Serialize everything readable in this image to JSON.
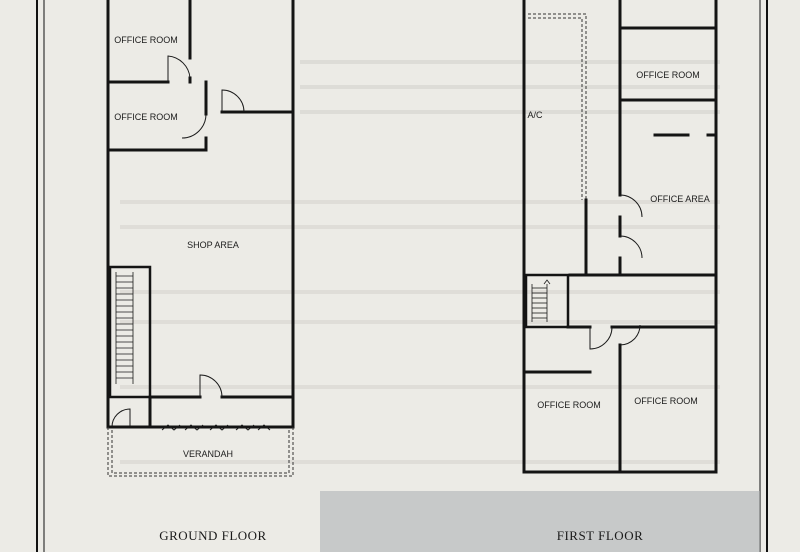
{
  "ground_floor": {
    "title": "GROUND FLOOR",
    "rooms": {
      "office_room_top": "OFFICE ROOM",
      "office_room_mid": "OFFICE ROOM",
      "shop_area": "SHOP AREA",
      "verandah": "VERANDAH"
    }
  },
  "first_floor": {
    "title": "FIRST FLOOR",
    "rooms": {
      "ac": "A/C",
      "office_room_top": "OFFICE ROOM",
      "office_area": "OFFICE AREA",
      "office_room_left": "OFFICE ROOM",
      "office_room_right": "OFFICE ROOM"
    }
  },
  "colors": {
    "paper": "#ecebe6",
    "ink": "#141414",
    "overlay": "#a9adb0"
  }
}
